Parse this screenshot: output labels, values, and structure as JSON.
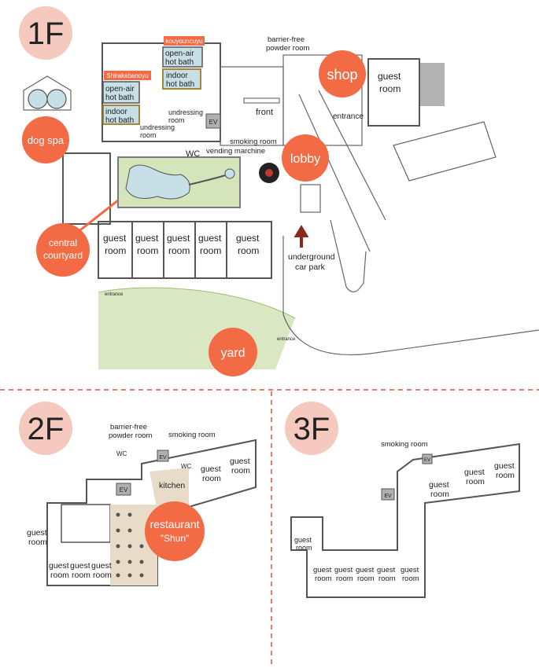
{
  "colors": {
    "badge_bg": "#f5c9bd",
    "callout_orange": "#f26b45",
    "divider": "#e0503a",
    "courtyard_fill": "#c7dfe6",
    "yard_green": "#b9d58f",
    "restaurant_fill": "#e8dcc8",
    "bath_label_bg": "#f26b45",
    "arrow": "#8b2a1c",
    "ev_fill": "#b0b0b0"
  },
  "floor1": {
    "badge": "1F",
    "callouts": {
      "dog_spa": "dog spa",
      "shop": "shop",
      "lobby": "lobby",
      "central_courtyard_1": "central",
      "central_courtyard_2": "courtyard",
      "yard": "yard"
    },
    "bath_brands": {
      "kouyouncuyu": "kouyouncuyu",
      "shirakabanoyu": "Shirakabanoyu"
    },
    "labels": {
      "open_air_1a": "open-air",
      "open_air_1b": "hot bath",
      "indoor_1a": "indoor",
      "indoor_1b": "hot bath",
      "open_air_2a": "open-air",
      "open_air_2b": "hot bath",
      "indoor_2a": "indoor",
      "indoor_2b": "hot bath",
      "undressing_room_a": "undressing",
      "undressing_room_b": "room",
      "undressing_room2_a": "undressing",
      "undressing_room2_b": "room",
      "ev": "EV",
      "front": "front",
      "wc": "WC",
      "smoking_room": "smoking room",
      "vending": "vending marchine",
      "barrier_free_1": "barrier-free",
      "barrier_free_2": "powder room",
      "entrance": "entrance",
      "guest_room_a": "guest",
      "guest_room_b": "room",
      "underground_1": "underground",
      "underground_2": "car park",
      "entrance_small_1": "entrance",
      "entrance_small_2": "entrance"
    }
  },
  "floor2": {
    "badge": "2F",
    "callout_1": "restaurant",
    "callout_2": "\"Shun\"",
    "labels": {
      "barrier_free_1": "barrier-free",
      "barrier_free_2": "powder room",
      "smoking_room": "smoking room",
      "wc": "WC",
      "ev": "EV",
      "kitchen": "kitchen",
      "guest": "guest",
      "room": "room"
    }
  },
  "floor3": {
    "badge": "3F",
    "labels": {
      "smoking_room": "smoking room",
      "ev": "EV",
      "guest": "guest",
      "room": "room"
    }
  }
}
